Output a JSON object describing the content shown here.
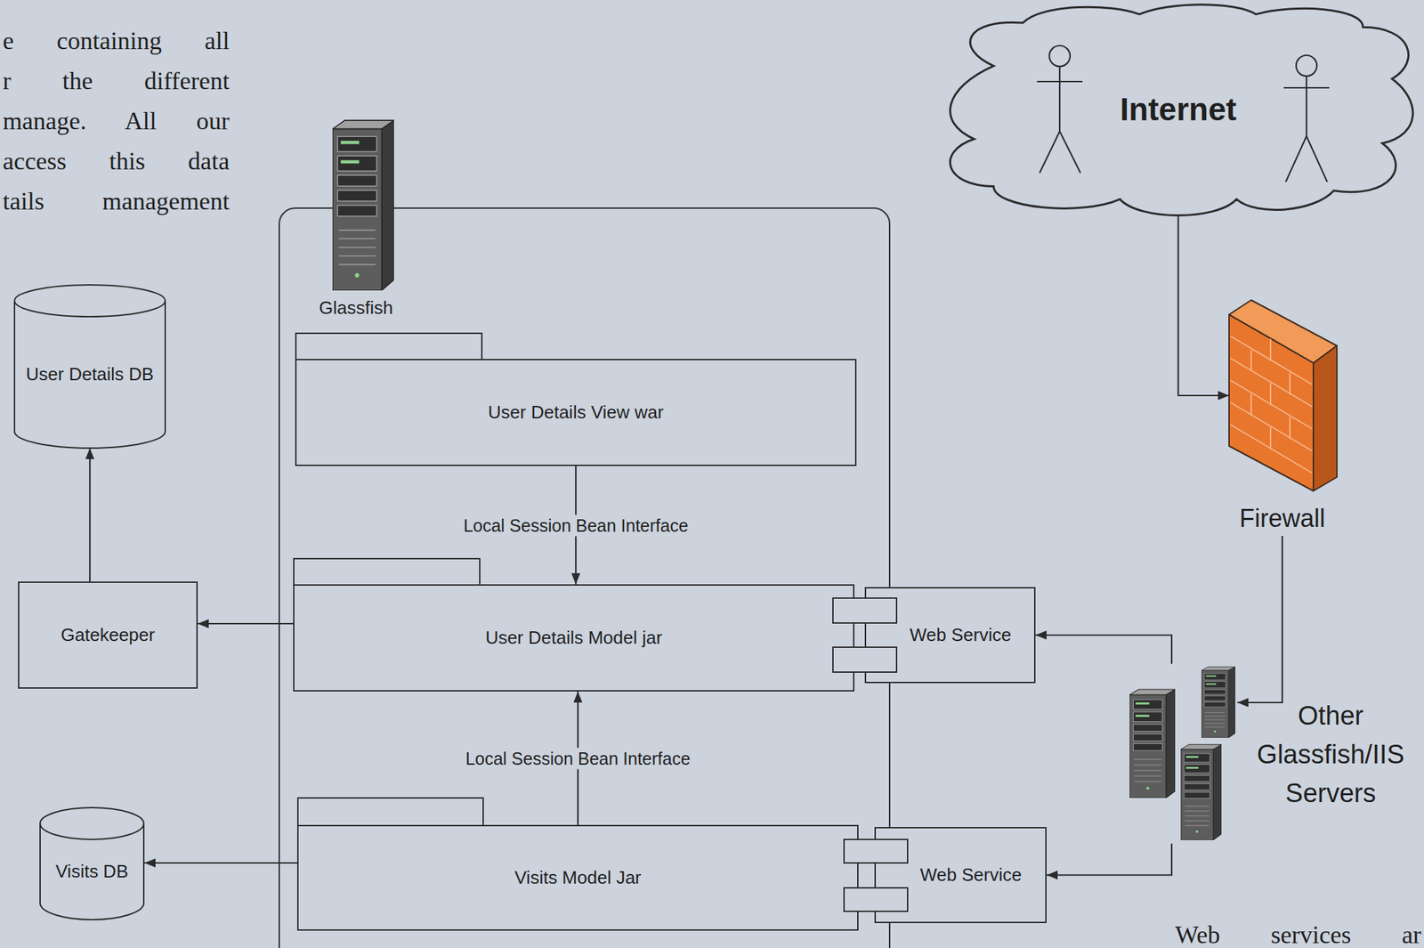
{
  "diagram": {
    "nodes": [
      {
        "text": [
          "Glassfish"
        ]
      },
      {
        "text": [
          "User Details View war"
        ],
        "in": 0
      },
      {
        "text": [
          "User Details Model jar"
        ],
        "in": 0
      },
      {
        "text": [
          "Visits Model Jar"
        ],
        "in": 0
      },
      {
        "text": [
          "User Details DB"
        ]
      },
      {
        "text": [
          "Gatekeeper"
        ]
      },
      {
        "text": [
          "Visits DB"
        ]
      },
      {
        "text": [
          "Web Service"
        ]
      },
      {
        "text": [
          "Web Service"
        ]
      },
      {
        "text": [
          "Internet"
        ]
      },
      {
        "text": [
          "Firewall"
        ]
      },
      {
        "text": [
          "Other Glassfish/IIS Servers"
        ]
      }
    ],
    "edges": [
      {
        "from": 1,
        "to": 2,
        "arrow": "to",
        "label": "Local Session Bean Interface"
      },
      {
        "from": 3,
        "to": 2,
        "arrow": "to",
        "label": "Local Session Bean Interface"
      },
      {
        "from": 2,
        "to": 5,
        "arrow": "to"
      },
      {
        "from": 5,
        "to": 4,
        "arrow": "to"
      },
      {
        "from": 3,
        "to": 6,
        "arrow": "to"
      },
      {
        "from": 9,
        "to": 10,
        "arrow": "to"
      },
      {
        "from": 10,
        "to": 11,
        "arrow": "to"
      },
      {
        "from": 11,
        "to": 7,
        "arrow": "to"
      },
      {
        "from": 11,
        "to": 8,
        "arrow": "to"
      }
    ],
    "labels": [
      "e containing all",
      "r the different",
      "manage. All our",
      "access this data",
      "tails management",
      "Web services ar"
    ]
  }
}
